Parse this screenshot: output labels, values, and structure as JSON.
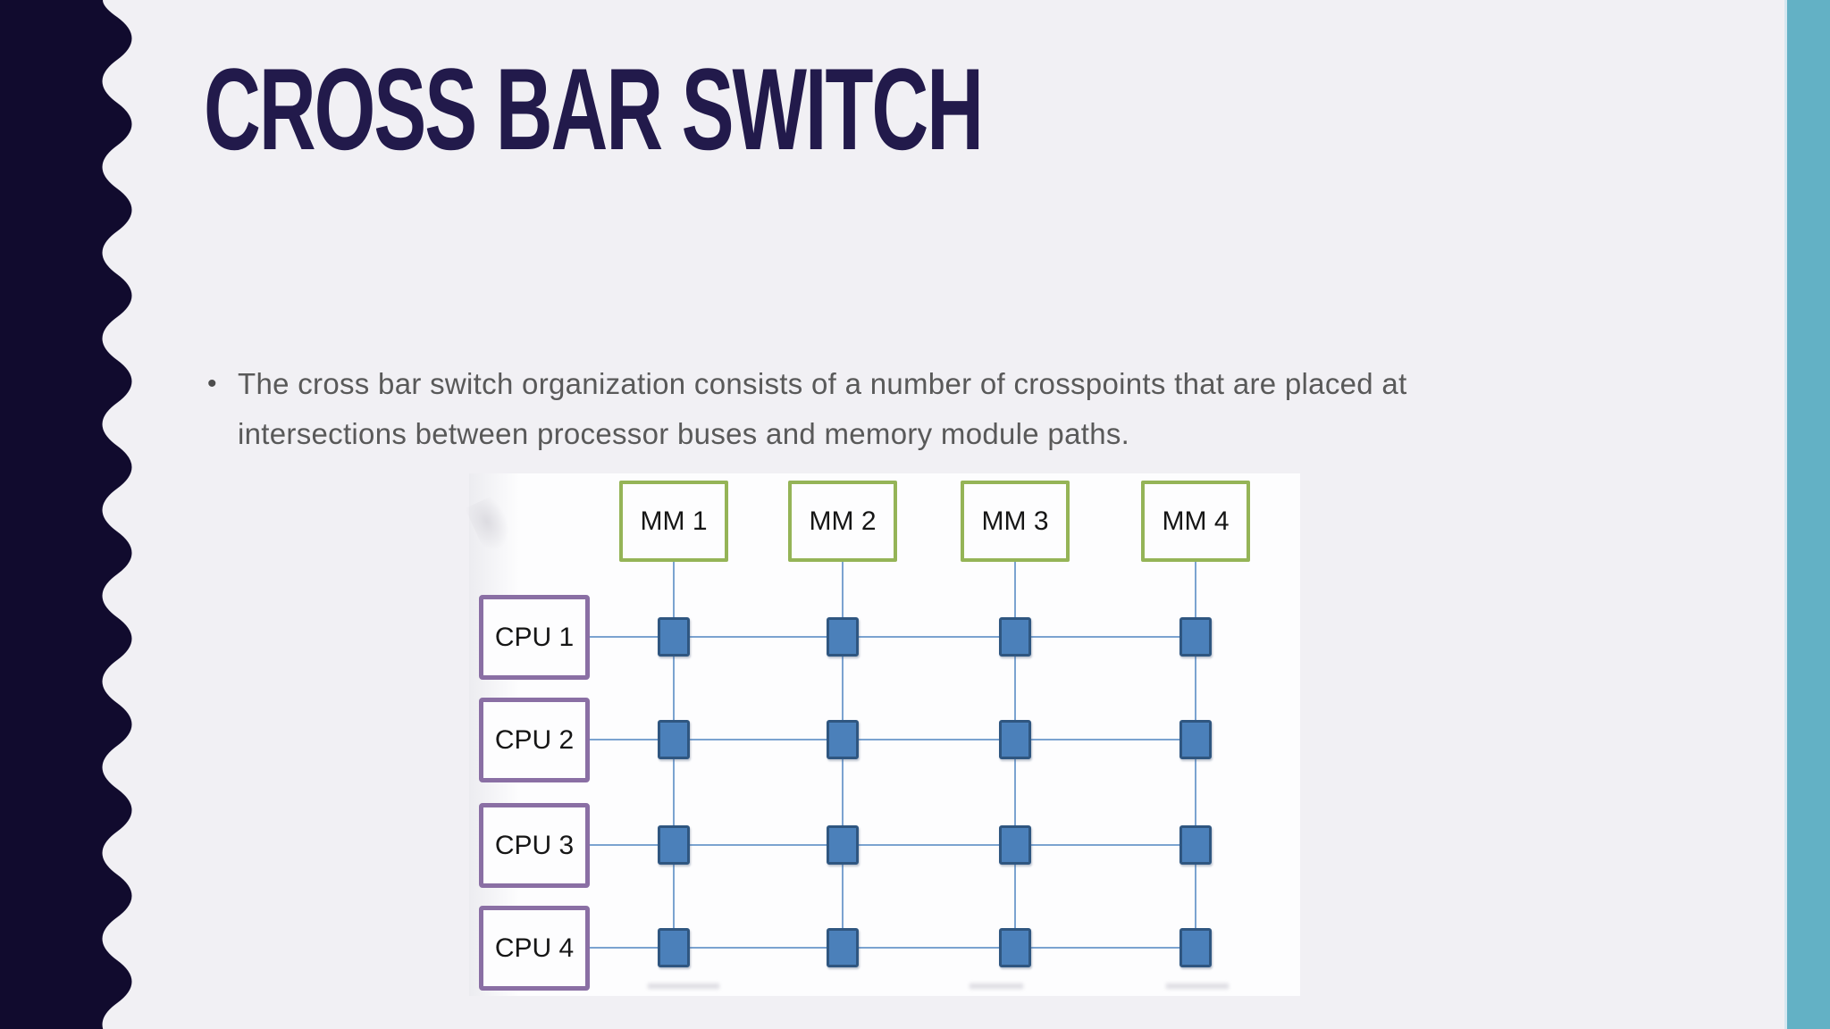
{
  "slide": {
    "title": "CROSS BAR SWITCH",
    "bullet": {
      "marker": "•",
      "line1": "The cross bar switch organization consists of a number of crosspoints that are placed at",
      "line2": "intersections between processor buses and memory module paths."
    }
  },
  "diagram": {
    "description": "Crossbar switch interconnection grid of 4 CPUs and 4 memory modules with a crosspoint switch at every intersection",
    "memory_modules": [
      {
        "label": "MM 1"
      },
      {
        "label": "MM 2"
      },
      {
        "label": "MM 3"
      },
      {
        "label": "MM 4"
      }
    ],
    "cpus": [
      {
        "label": "CPU 1"
      },
      {
        "label": "CPU 2"
      },
      {
        "label": "CPU 3"
      },
      {
        "label": "CPU 4"
      }
    ],
    "grid": {
      "rows": 4,
      "cols": 4,
      "crosspoints": 16
    }
  },
  "colors": {
    "slide_background": "#f1f0f4",
    "sidebar_navy": "#110b2e",
    "accent_teal": "#63b1c5",
    "title_navy": "#221a4b",
    "body_text_gray": "#595959",
    "mm_border_green": "#95b457",
    "cpu_border_purple": "#8a6fa4",
    "crosspoint_blue": "#4b80ba",
    "crosspoint_border_blue": "#2f5680",
    "bus_line_blue": "#7ba3d0"
  }
}
